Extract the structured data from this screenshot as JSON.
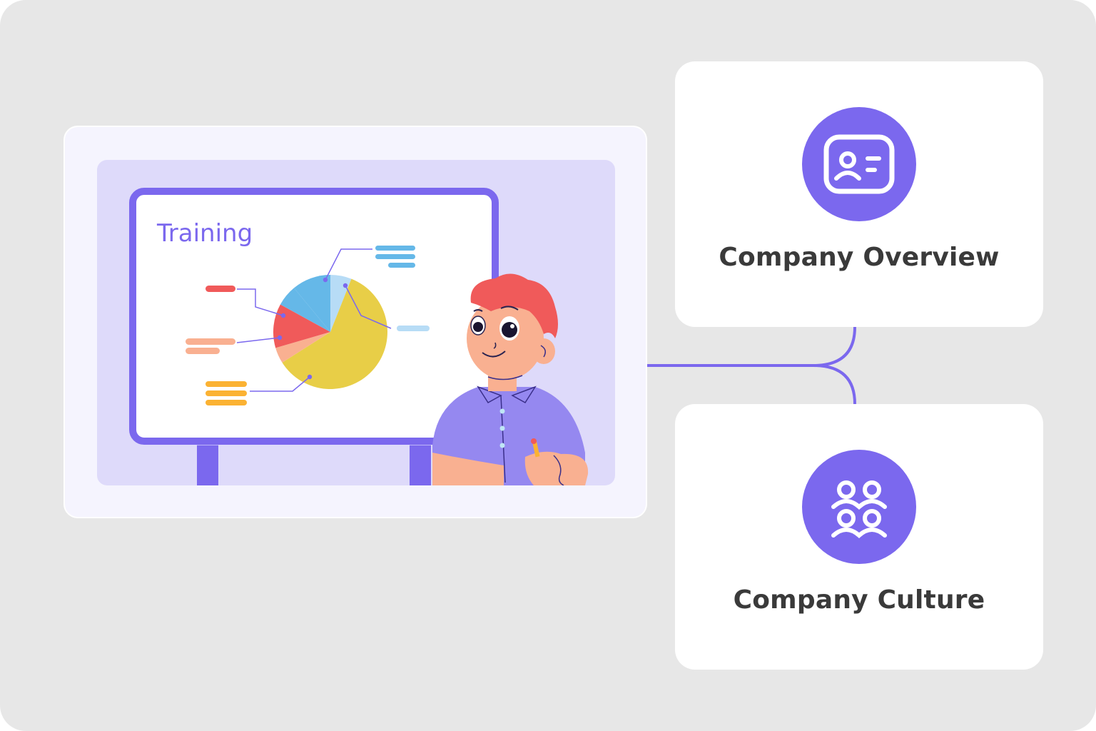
{
  "illustration": {
    "board_title": "Training",
    "pie_chart": {
      "slices": [
        {
          "label": "",
          "fraction": 0.06,
          "color": "#b7dcf6"
        },
        {
          "label": "",
          "fraction": 0.6,
          "color": "#e8ce47"
        },
        {
          "label": "",
          "fraction": 0.045,
          "color": "#f9b091"
        },
        {
          "label": "",
          "fraction": 0.125,
          "color": "#f05a5a"
        },
        {
          "label": "",
          "fraction": 0.06,
          "color": "#65b8e8"
        }
      ]
    }
  },
  "topics": [
    {
      "title": "Company Overview",
      "icon": "id-card-icon"
    },
    {
      "title": "Company Culture",
      "icon": "team-people-icon"
    }
  ],
  "colors": {
    "accent": "#7b68ee",
    "background": "#e7e7e7",
    "card": "#ffffff",
    "text": "#3a3a3a"
  }
}
